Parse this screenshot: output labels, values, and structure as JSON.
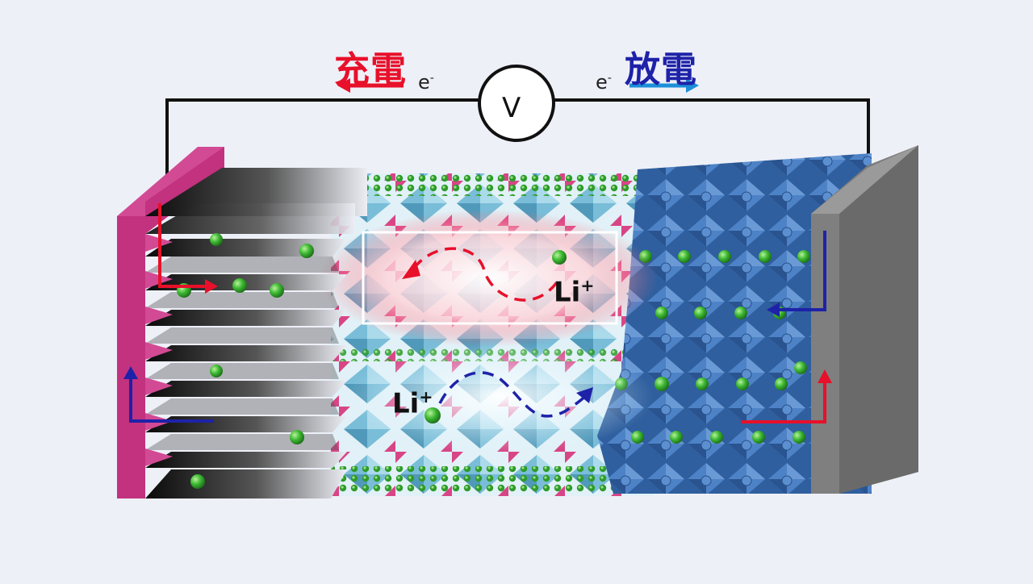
{
  "labels": {
    "charge": "充電",
    "discharge": "放電",
    "electron_left": "e",
    "electron_right": "e",
    "electron_sign": "-",
    "voltmeter": "V",
    "li_ion_top": "Li",
    "li_ion_bottom": "Li",
    "li_charge": "+"
  },
  "colors": {
    "charge": "#e8102a",
    "discharge": "#1e22a8",
    "anode_collector": "#c2327e",
    "cathode_collector": "#6f6f6f",
    "cathode_crystal": "#3f6fb5",
    "electrolyte_crystal": "#5aa9c9",
    "lithium": "#3cb832",
    "background": "#eef0f8"
  }
}
